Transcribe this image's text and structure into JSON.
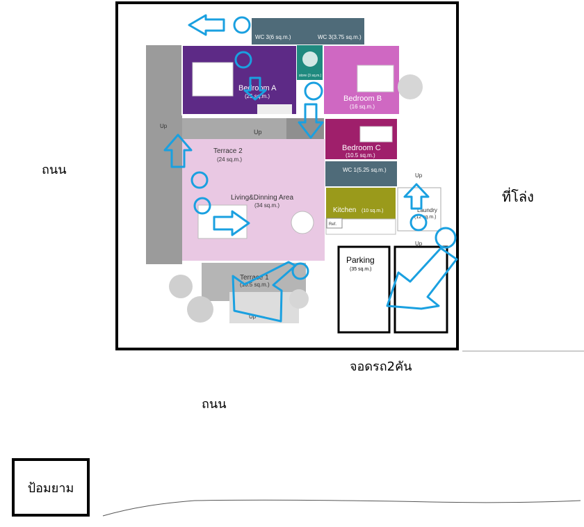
{
  "labels": {
    "road_left": "ถนน",
    "road_bottom": "ถนน",
    "vacant_land": "ที่โล่ง",
    "parking_2_cars": "จอดรถ2คัน",
    "guard_post": "ป้อมยาม"
  },
  "rooms": {
    "wc3_a": "WC 3(6 sq.m.)",
    "wc3_b": "WC 3(3.75 sq.m.)",
    "store": "store (3 sq.m.)",
    "bedroom_a": "Bedroom A",
    "bedroom_a_area": "(25 sq.m.)",
    "bedroom_b": "Bedroom B",
    "bedroom_b_area": "(16 sq.m.)",
    "bedroom_c": "Bedroom C",
    "bedroom_c_area": "(10.5 sq.m.)",
    "terrace2": "Terrace 2",
    "terrace2_area": "(24 sq.m.)",
    "wc1": "WC 1(5.25 sq.m.)",
    "living": "Living&Dinning Area",
    "living_area": "(34 sq.m.)",
    "kitchen": "Kitchen",
    "kitchen_area": "(10 sq.m.)",
    "laundry": "Laundry",
    "laundry_area": "(12 sq.m.)",
    "ref": "Ref.",
    "terrace1": "Terrace 1",
    "terrace1_area": "(10.5 sq.m.)",
    "parking": "Parking",
    "parking_area": "(35 sq.m.)",
    "up": "Up"
  },
  "colors": {
    "annotation_blue": "#1aa0e0",
    "bedroom_a": "#5d2a86",
    "bedroom_b": "#cf68c2",
    "bedroom_c": "#9f1f6b",
    "wc": "#4f6b79",
    "store": "#1f8a7f",
    "terrace": "#a9a9a9",
    "living": "#e9c8e3",
    "kitchen": "#9a9a1b",
    "frame": "#000000"
  }
}
